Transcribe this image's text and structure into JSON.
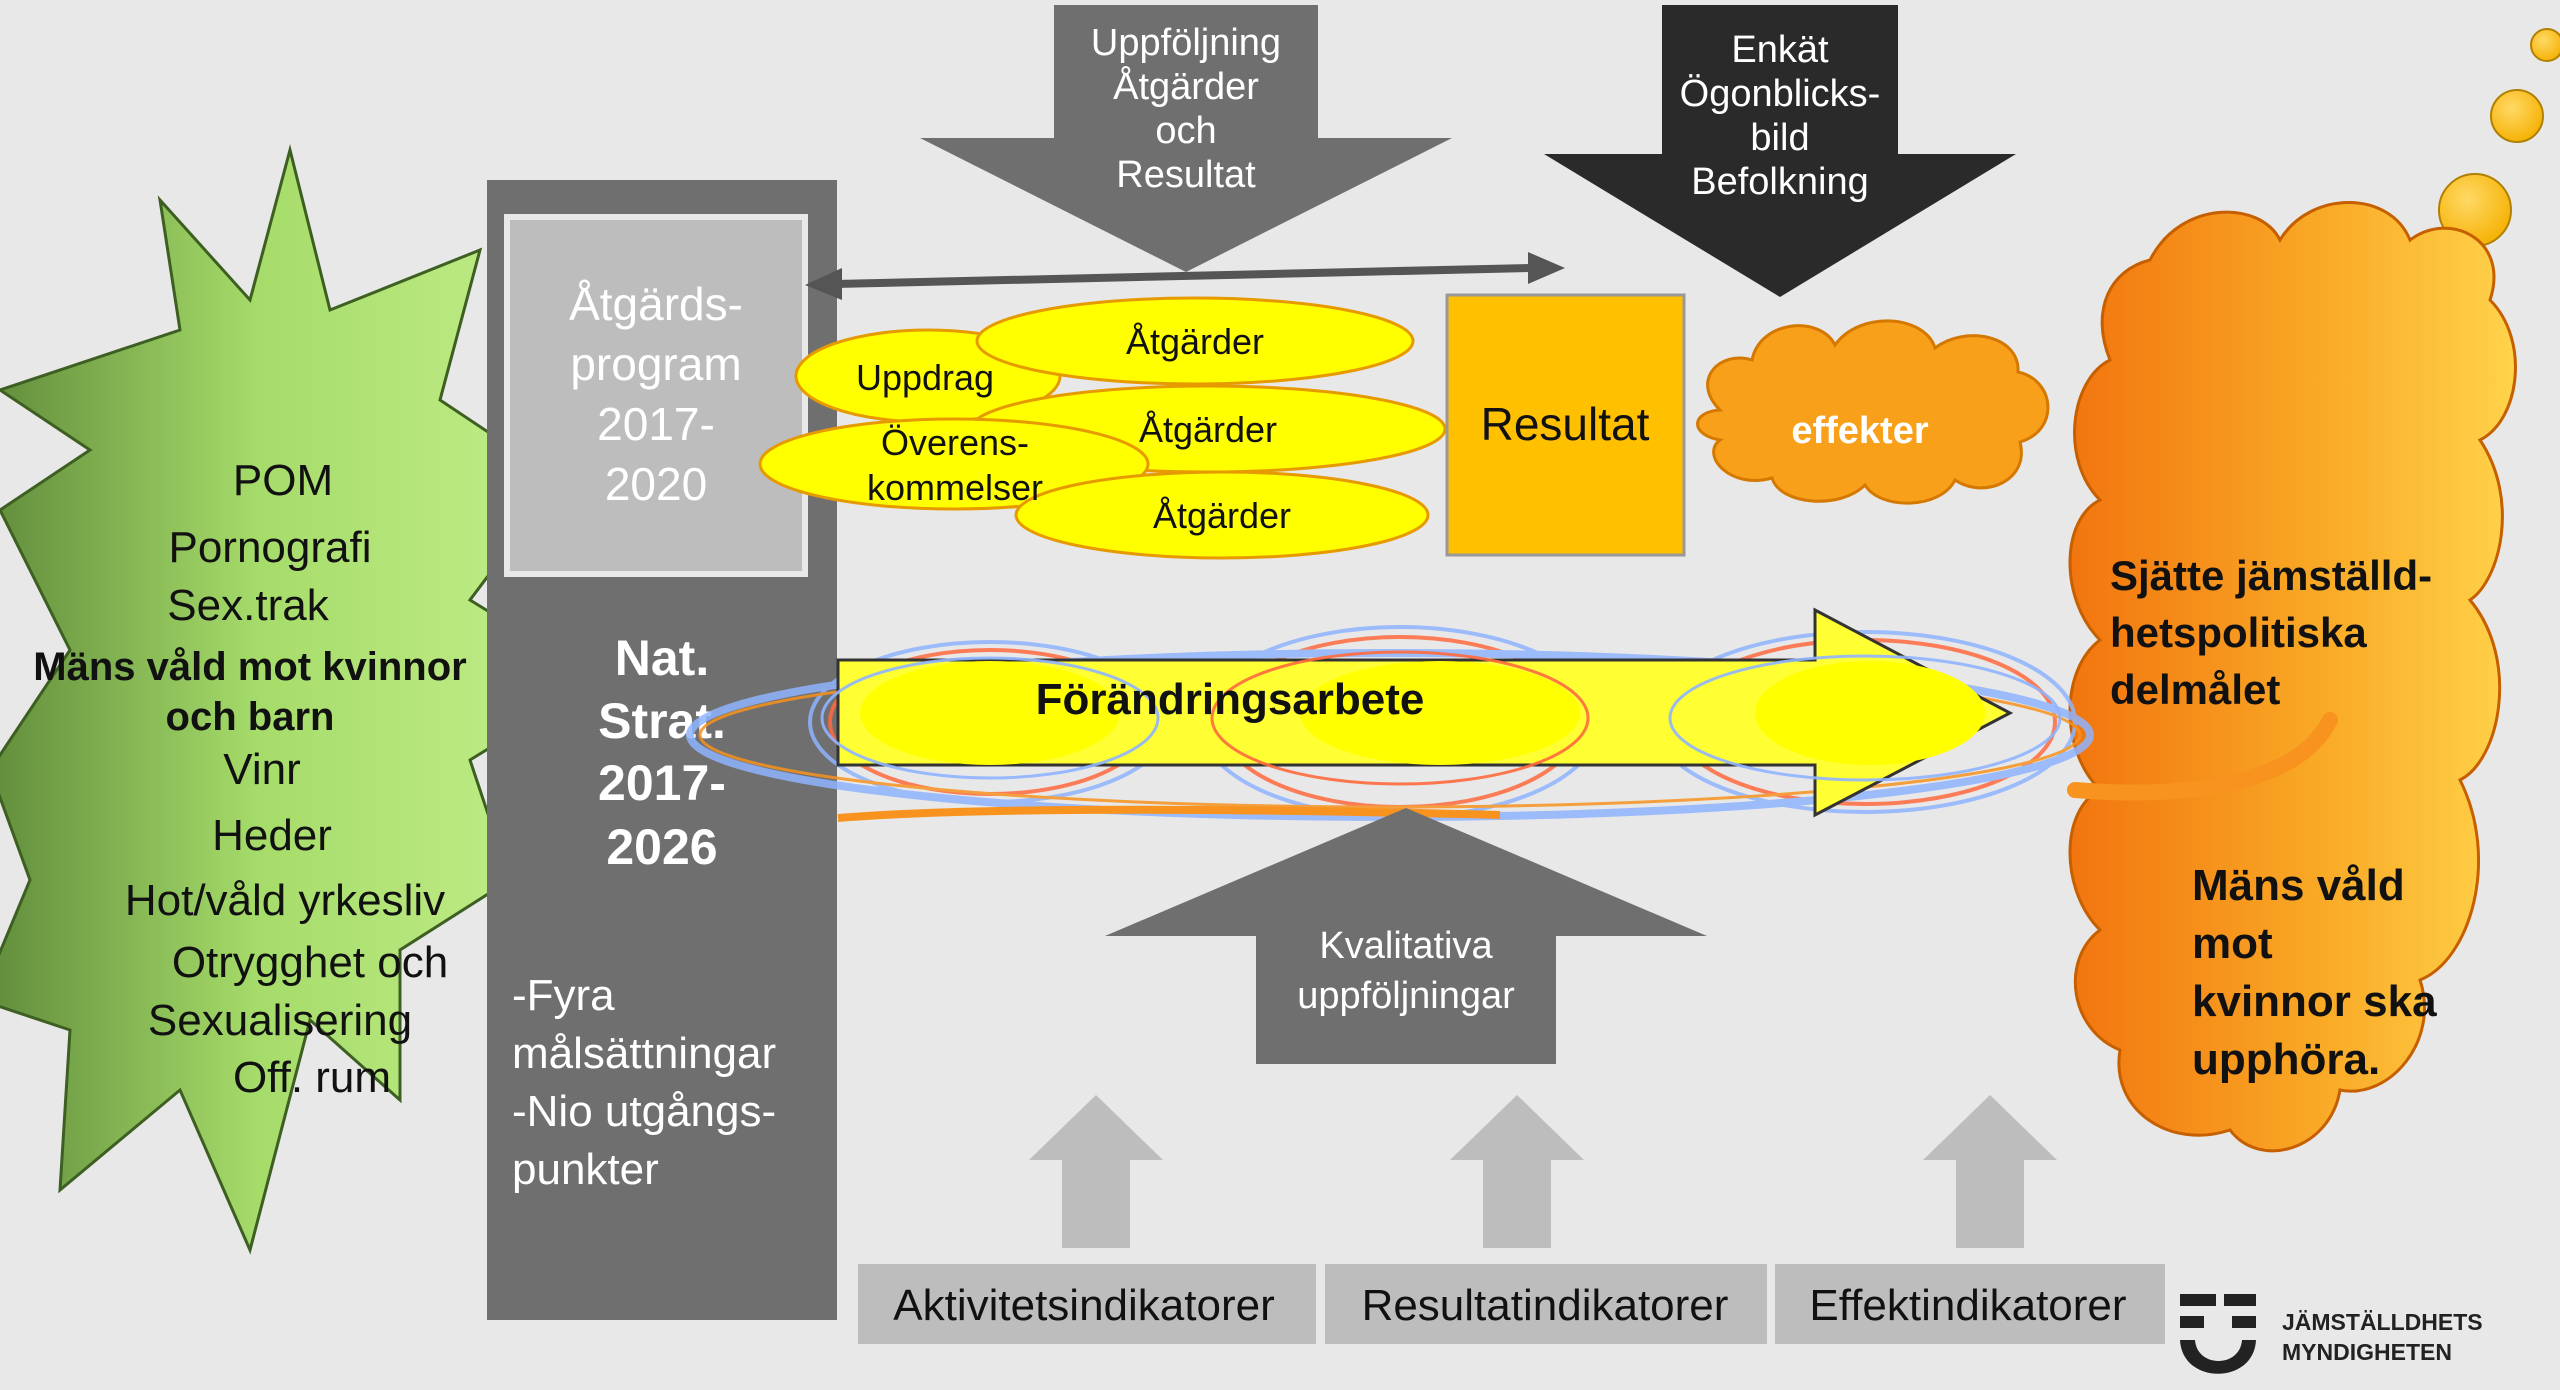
{
  "colors": {
    "background": "#e8e8e8",
    "starGreen": "#b8ea7c",
    "darkGrey": "#6f6f6f",
    "midGrey": "#7a7a7a",
    "black": "#2a2a2a",
    "yellow": "#ffff00",
    "orange": "#f7931e",
    "gold": "#ffc000",
    "indicatorGrey": "#bdbdbd"
  },
  "star": {
    "lines": [
      "POM",
      "Pornografi",
      "Sex.trak",
      "Mäns våld mot kvinnor",
      "och barn",
      "Vinr",
      "Heder",
      "Hot/våld yrkesliv",
      "Otrygghet och",
      "Sexualisering",
      "Off. rum"
    ]
  },
  "strategy": {
    "program_lines": [
      "Åtgärds-",
      "program",
      "2017-",
      "2020"
    ],
    "nat_lines": [
      "Nat.",
      "Strat.",
      "2017-",
      "2026"
    ],
    "goals_lines": [
      "-Fyra",
      "målsättningar",
      "-Nio utgångs-",
      "punkter"
    ]
  },
  "top_arrows": {
    "followup_lines": [
      "Uppföljning",
      "Åtgärder",
      "och",
      "Resultat"
    ],
    "survey_lines": [
      "Enkät",
      "Ögonblicks-",
      "bild",
      "Befolkning"
    ]
  },
  "ellipses": {
    "uppdrag": "Uppdrag",
    "overens_lines": [
      "Överens-",
      "kommelser"
    ],
    "atgarder": [
      "Åtgärder",
      "Åtgärder",
      "Åtgärder"
    ]
  },
  "resultat": "Resultat",
  "effekter": "effekter",
  "change_work": "Förändringsarbete",
  "qualitative_lines": [
    "Kvalitativa",
    "uppföljningar"
  ],
  "indicators": [
    "Aktivitetsindikatorer",
    "Resultatindikatorer",
    "Effektindikatorer"
  ],
  "goal_cloud": {
    "title_lines": [
      "Sjätte jämställd-",
      "hetspolitiska",
      "delmålet"
    ],
    "target_lines": [
      "Mäns våld",
      "mot",
      "kvinnor ska",
      "upphöra."
    ]
  },
  "logo": {
    "lines": [
      "JÄMSTÄLLDHETS",
      "MYNDIGHETEN"
    ]
  }
}
